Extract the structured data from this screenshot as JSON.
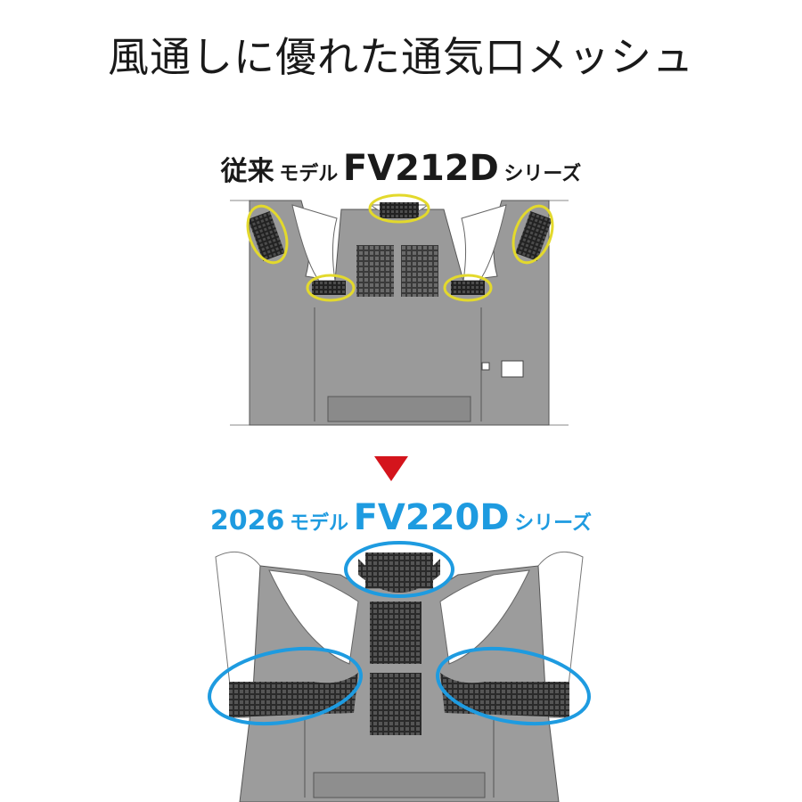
{
  "title": "風通しに優れた通気口メッシュ",
  "old_model": {
    "prefix": "従来",
    "middle": "モデル",
    "code": "FV212D",
    "suffix": "シリーズ",
    "highlight_color": "#e3d92c"
  },
  "new_model": {
    "prefix": "2026",
    "middle": "モデル",
    "code": "FV220D",
    "suffix": "シリーズ",
    "highlight_color": "#1e9be0"
  },
  "arrow_color": "#d4141c"
}
